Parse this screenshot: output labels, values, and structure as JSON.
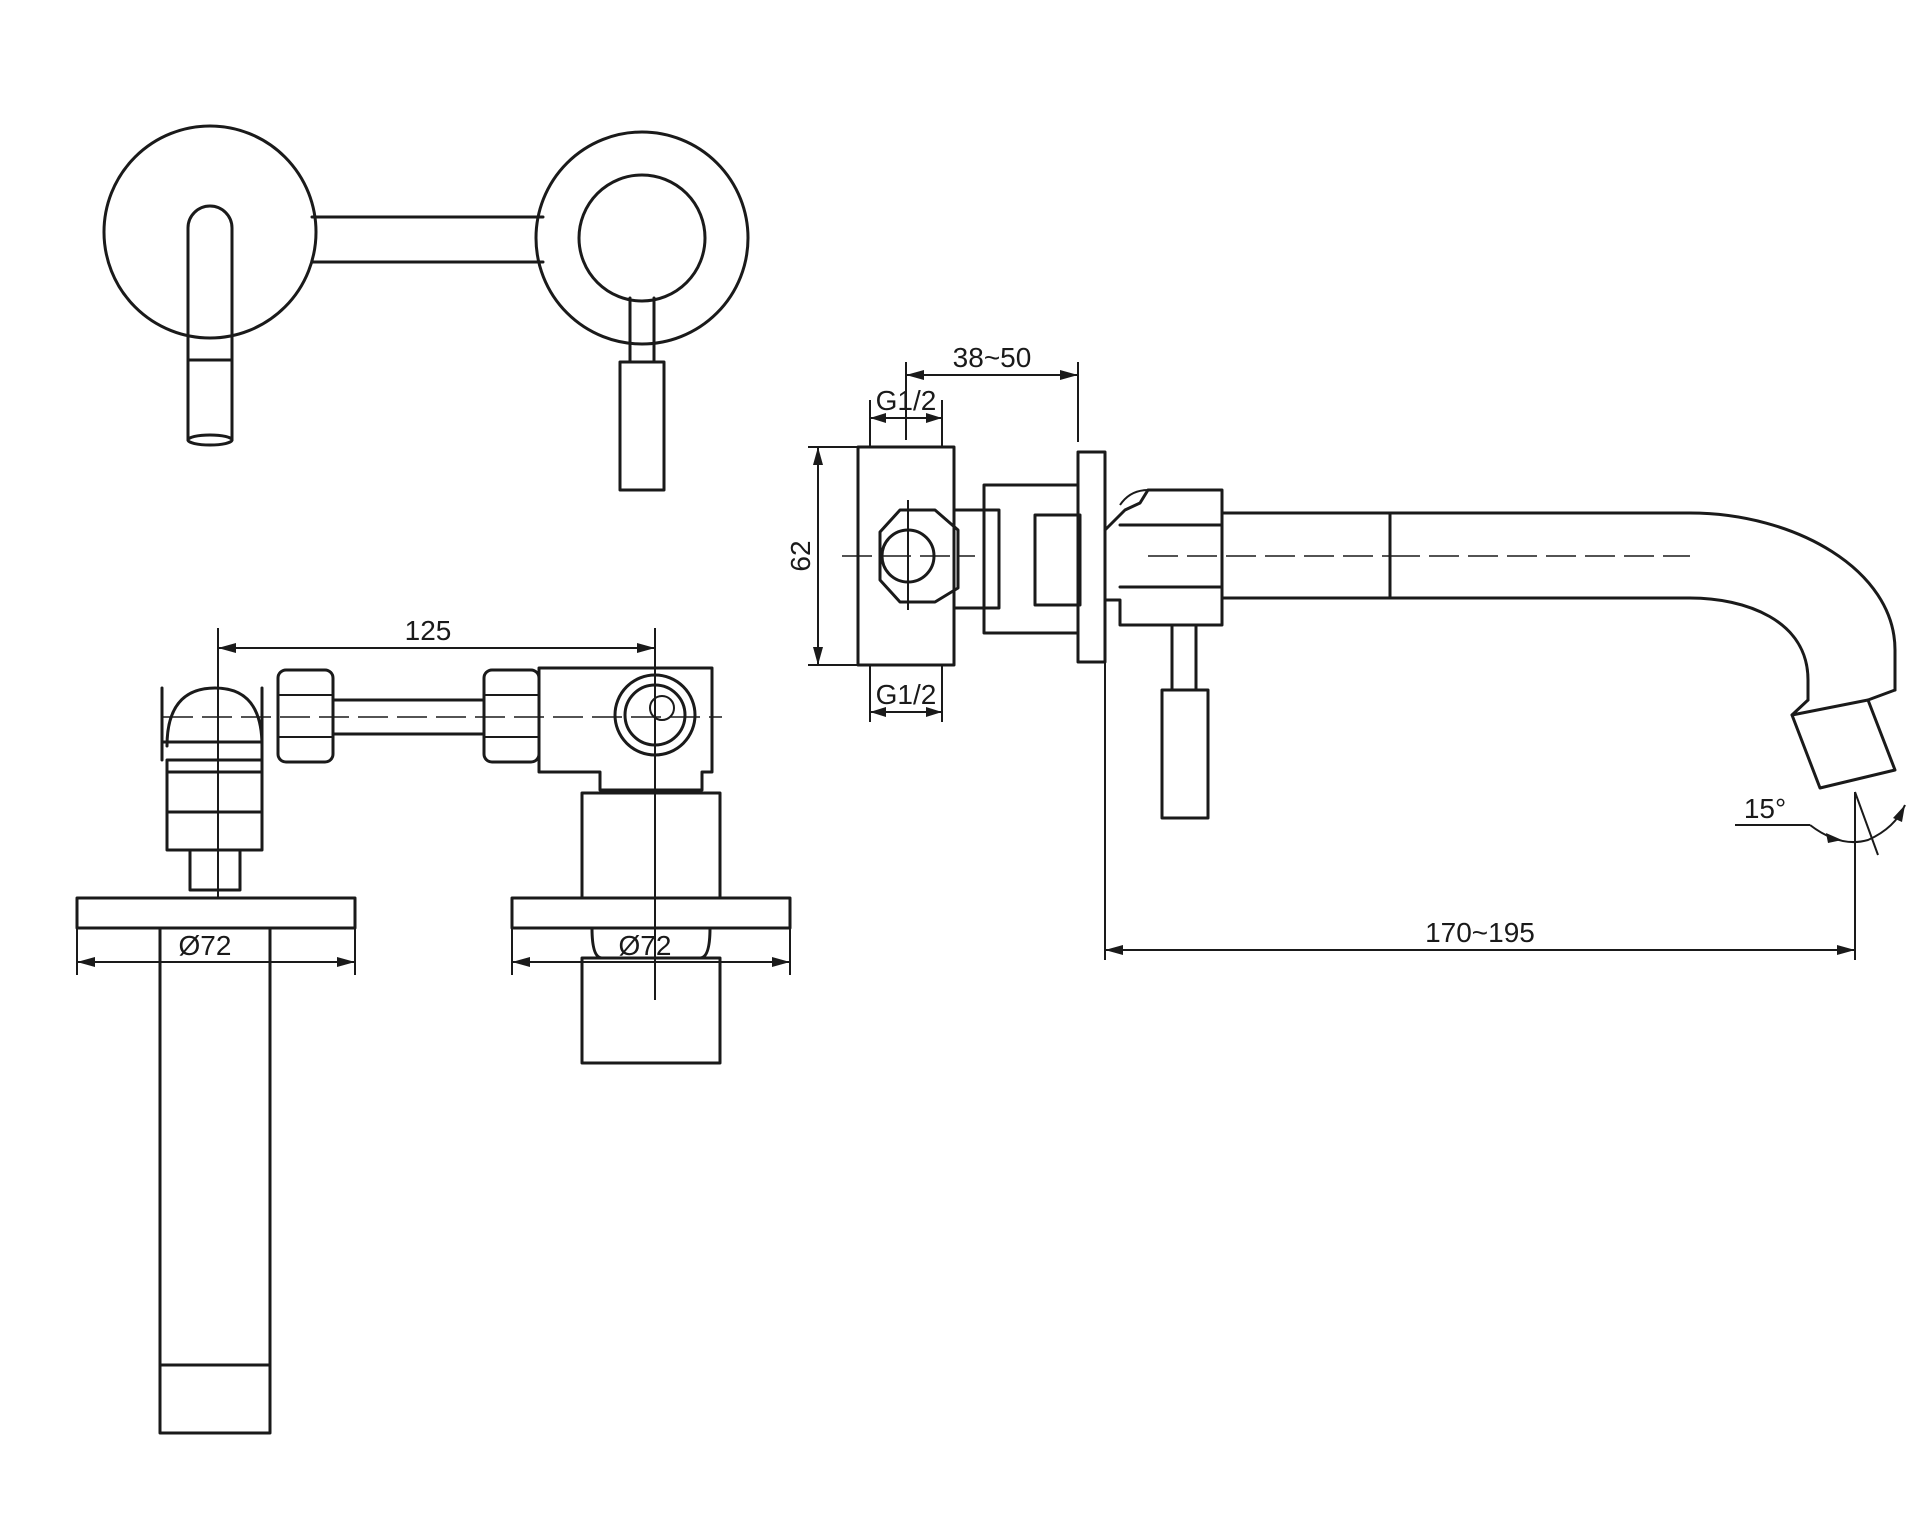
{
  "dimensions": {
    "spacing_label": "125",
    "plate_diameter_left": "Ø72",
    "plate_diameter_right": "Ø72",
    "wall_depth": "38~50",
    "thread_top": "G1/2",
    "thread_bottom": "G1/2",
    "body_height": "62",
    "spout_reach": "170~195",
    "spout_angle": "15°"
  }
}
